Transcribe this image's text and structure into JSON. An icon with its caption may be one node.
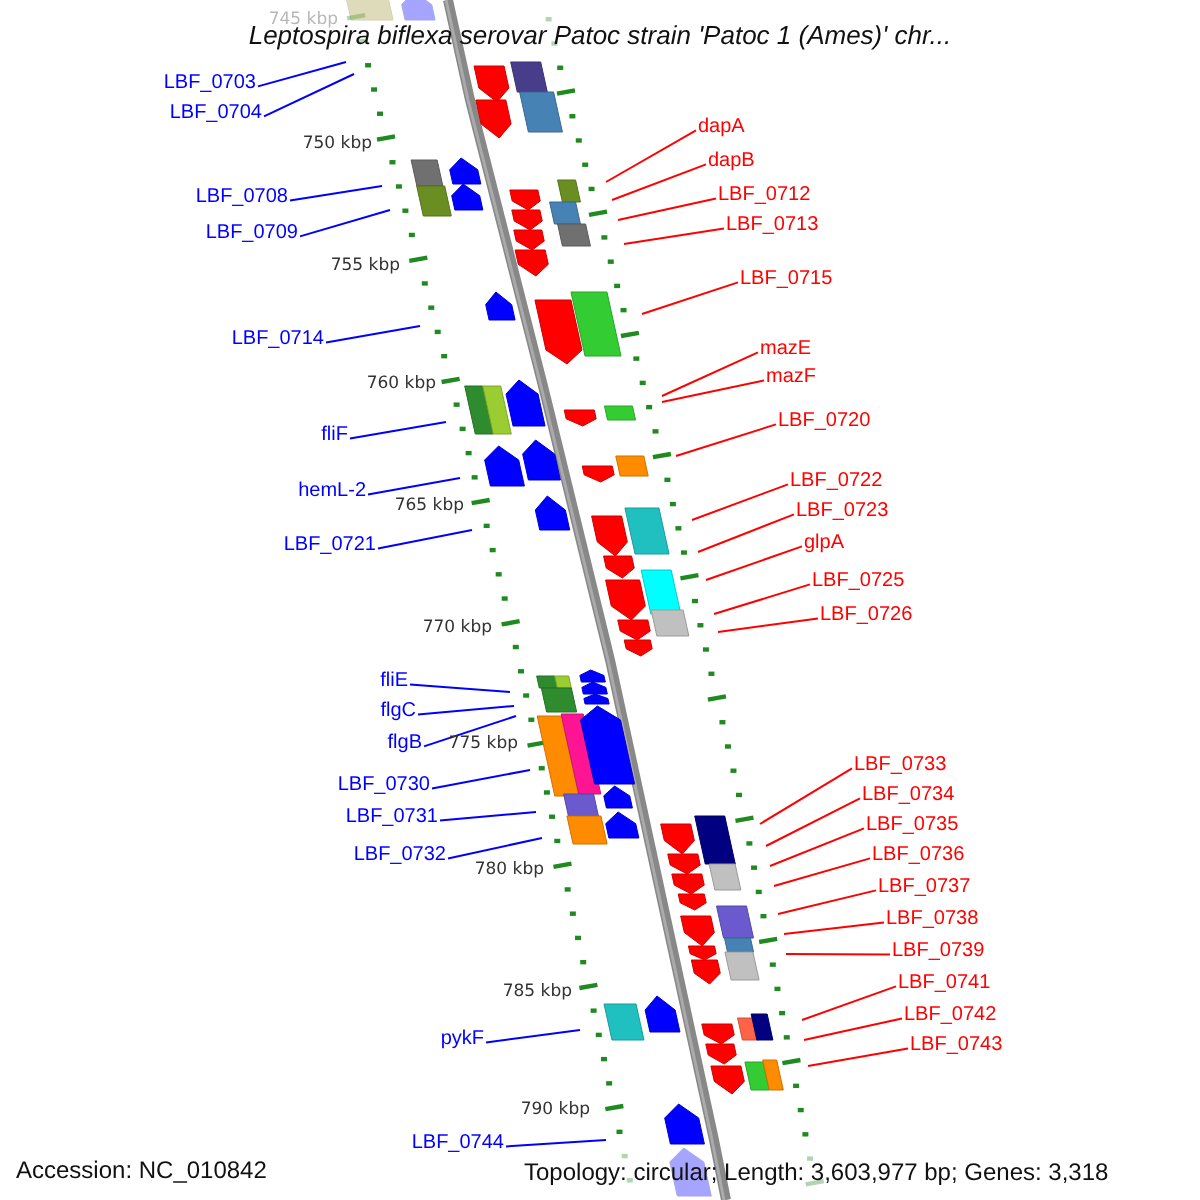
{
  "diagram": {
    "title": "Leptospira biflexa serovar Patoc strain 'Patoc 1 (Ames)' chr...",
    "nodes": [
      {
        "text": [
          "LBF_0703"
        ]
      },
      {
        "text": [
          "LBF_0704"
        ]
      },
      {
        "text": [
          "dapA"
        ]
      },
      {
        "text": [
          "dapB"
        ]
      },
      {
        "text": [
          "LBF_0712"
        ]
      },
      {
        "text": [
          "LBF_0708"
        ]
      },
      {
        "text": [
          "LBF_0713"
        ]
      },
      {
        "text": [
          "LBF_0709"
        ]
      },
      {
        "text": [
          "LBF_0715"
        ]
      },
      {
        "text": [
          "LBF_0714"
        ]
      },
      {
        "text": [
          "mazE"
        ]
      },
      {
        "text": [
          "mazF"
        ]
      },
      {
        "text": [
          "LBF_0720"
        ]
      },
      {
        "text": [
          "fliF"
        ]
      },
      {
        "text": [
          "LBF_0722"
        ]
      },
      {
        "text": [
          "hemL-2"
        ]
      },
      {
        "text": [
          "LBF_0723"
        ]
      },
      {
        "text": [
          "glpA"
        ]
      },
      {
        "text": [
          "LBF_0721"
        ]
      },
      {
        "text": [
          "LBF_0725"
        ]
      },
      {
        "text": [
          "LBF_0726"
        ]
      },
      {
        "text": [
          "fliE"
        ]
      },
      {
        "text": [
          "flgC"
        ]
      },
      {
        "text": [
          "flgB"
        ]
      },
      {
        "text": [
          "LBF_0733"
        ]
      },
      {
        "text": [
          "LBF_0730"
        ]
      },
      {
        "text": [
          "LBF_0734"
        ]
      },
      {
        "text": [
          "LBF_0731"
        ]
      },
      {
        "text": [
          "LBF_0735"
        ]
      },
      {
        "text": [
          "LBF_0736"
        ]
      },
      {
        "text": [
          "LBF_0732"
        ]
      },
      {
        "text": [
          "LBF_0737"
        ]
      },
      {
        "text": [
          "LBF_0738"
        ]
      },
      {
        "text": [
          "LBF_0739"
        ]
      },
      {
        "text": [
          "LBF_0741"
        ]
      },
      {
        "text": [
          "LBF_0742"
        ]
      },
      {
        "text": [
          "pykF"
        ]
      },
      {
        "text": [
          "LBF_0743"
        ]
      },
      {
        "text": [
          "LBF_0744"
        ]
      }
    ],
    "edges": [
      {
        "from": 0,
        "to": null,
        "arrow": "none",
        "color": "#0000ff"
      },
      {
        "from": 1,
        "to": null,
        "arrow": "none",
        "color": "#0000ff"
      },
      {
        "from": 2,
        "to": null,
        "arrow": "none"
      },
      {
        "from": 3,
        "to": null,
        "arrow": "none"
      },
      {
        "from": 4,
        "to": null,
        "arrow": "none"
      },
      {
        "from": 5,
        "to": null,
        "arrow": "none",
        "color": "#0000ff"
      },
      {
        "from": 6,
        "to": null,
        "arrow": "none"
      },
      {
        "from": 7,
        "to": null,
        "arrow": "none",
        "color": "#0000ff"
      },
      {
        "from": 8,
        "to": null,
        "arrow": "none"
      },
      {
        "from": 9,
        "to": null,
        "arrow": "none",
        "color": "#0000ff"
      },
      {
        "from": 10,
        "to": null,
        "arrow": "none"
      },
      {
        "from": 11,
        "to": null,
        "arrow": "none"
      },
      {
        "from": 12,
        "to": null,
        "arrow": "none"
      },
      {
        "from": 13,
        "to": null,
        "arrow": "none",
        "color": "#0000ff"
      },
      {
        "from": 14,
        "to": null,
        "arrow": "none"
      },
      {
        "from": 15,
        "to": null,
        "arrow": "none",
        "color": "#0000ff"
      },
      {
        "from": 16,
        "to": null,
        "arrow": "none"
      },
      {
        "from": 17,
        "to": null,
        "arrow": "none"
      },
      {
        "from": 18,
        "to": null,
        "arrow": "none",
        "color": "#0000ff"
      },
      {
        "from": 19,
        "to": null,
        "arrow": "none"
      },
      {
        "from": 20,
        "to": null,
        "arrow": "none"
      },
      {
        "from": 21,
        "to": null,
        "arrow": "none",
        "color": "#0000ff"
      },
      {
        "from": 22,
        "to": null,
        "arrow": "none",
        "color": "#0000ff"
      },
      {
        "from": 23,
        "to": null,
        "arrow": "none",
        "color": "#0000ff"
      },
      {
        "from": 24,
        "to": null,
        "arrow": "none"
      },
      {
        "from": 25,
        "to": null,
        "arrow": "none",
        "color": "#0000ff"
      },
      {
        "from": 26,
        "to": null,
        "arrow": "none"
      },
      {
        "from": 27,
        "to": null,
        "arrow": "none",
        "color": "#0000ff"
      },
      {
        "from": 28,
        "to": null,
        "arrow": "none"
      },
      {
        "from": 29,
        "to": null,
        "arrow": "none"
      },
      {
        "from": 30,
        "to": null,
        "arrow": "none",
        "color": "#0000ff"
      },
      {
        "from": 31,
        "to": null,
        "arrow": "none"
      },
      {
        "from": 32,
        "to": null,
        "arrow": "none"
      },
      {
        "from": 33,
        "to": null,
        "arrow": "none"
      },
      {
        "from": 34,
        "to": null,
        "arrow": "none"
      },
      {
        "from": 35,
        "to": null,
        "arrow": "none"
      },
      {
        "from": 36,
        "to": null,
        "arrow": "none",
        "color": "#0000ff"
      },
      {
        "from": 37,
        "to": null,
        "arrow": "none"
      },
      {
        "from": 38,
        "to": null,
        "arrow": "none",
        "color": "#0000ff"
      }
    ],
    "labels": [
      "745 kbp",
      "750 kbp",
      "755 kbp",
      "760 kbp",
      "765 kbp",
      "770 kbp",
      "775 kbp",
      "780 kbp",
      "785 kbp",
      "790 kbp",
      "Accession: NC_010842",
      "Topology: circular; Length: 3,603,977 bp; Genes: 3,318"
    ]
  }
}
